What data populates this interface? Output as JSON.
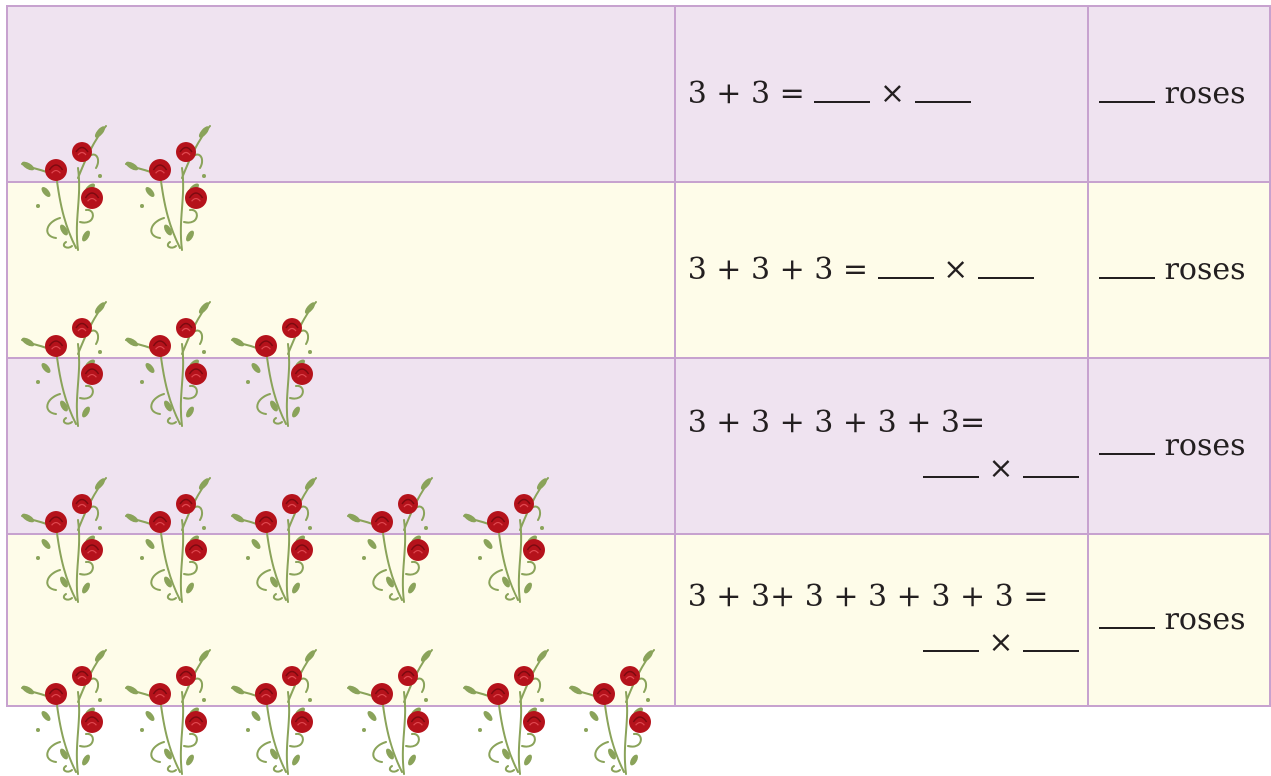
{
  "rows": [
    {
      "rose_count": 2,
      "equation_line1": "3 + 3 = ",
      "equation_line2": "",
      "times_sign": "×",
      "answer_unit": "roses"
    },
    {
      "rose_count": 3,
      "equation_line1": "3 + 3 + 3 = ",
      "equation_line2": "",
      "times_sign": "×",
      "answer_unit": "roses"
    },
    {
      "rose_count": 5,
      "equation_line1": "3 + 3 + 3 + 3 + 3=",
      "equation_line2": "multi",
      "times_sign": "×",
      "answer_unit": "roses"
    },
    {
      "rose_count": 6,
      "equation_line1": "3 + 3+ 3 + 3 + 3 + 3 =",
      "equation_line2": "multi",
      "times_sign": "×",
      "answer_unit": "roses"
    }
  ],
  "colors": {
    "border": "#c7a2cf",
    "row_lavender": "#efe3f0",
    "row_cream": "#fefce9",
    "rose_red": "#b5121b",
    "stem_green": "#8aa35a"
  },
  "icons": {
    "bouquet": "rose-bouquet-icon"
  }
}
